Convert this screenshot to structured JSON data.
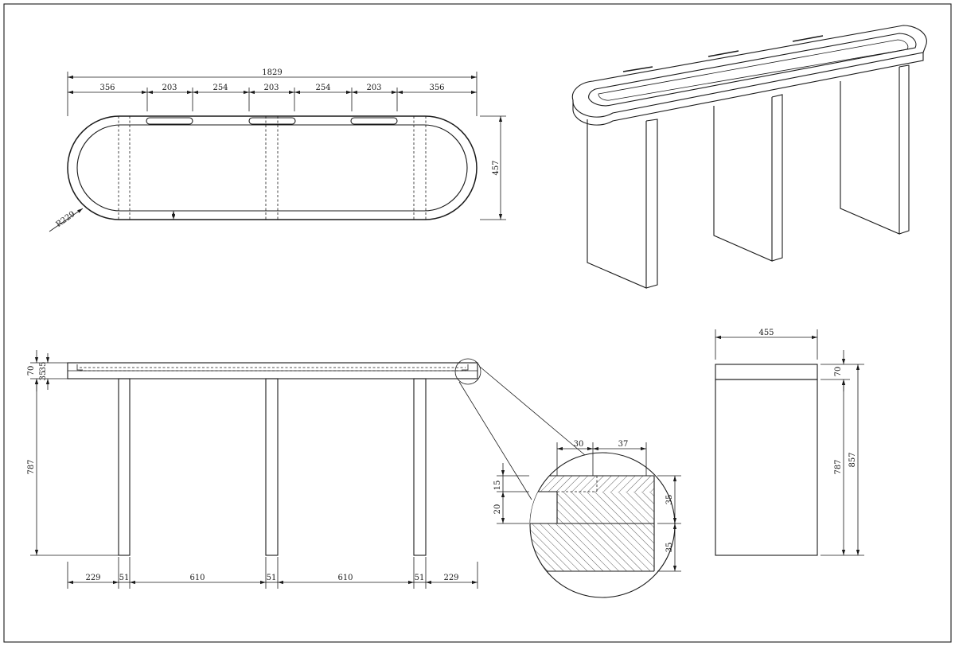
{
  "drawing": {
    "top_view": {
      "overall": "1829",
      "segments": [
        "356",
        "203",
        "254",
        "203",
        "254",
        "203",
        "356"
      ],
      "depth": "457",
      "radius": "R229"
    },
    "front_view": {
      "top_total": "70",
      "top_parts": [
        "35",
        "35"
      ],
      "leg_height": "787",
      "bottom": [
        "229",
        "51",
        "610",
        "51",
        "610",
        "51",
        "229"
      ]
    },
    "side_view": {
      "width": "455",
      "top": "70",
      "leg": "787",
      "total": "857"
    },
    "detail": {
      "top": [
        "30",
        "37"
      ],
      "left": [
        "15",
        "20"
      ],
      "right": [
        "35",
        "35"
      ]
    }
  },
  "colors": {
    "line": "#1a1a1a",
    "background": "#ffffff"
  }
}
